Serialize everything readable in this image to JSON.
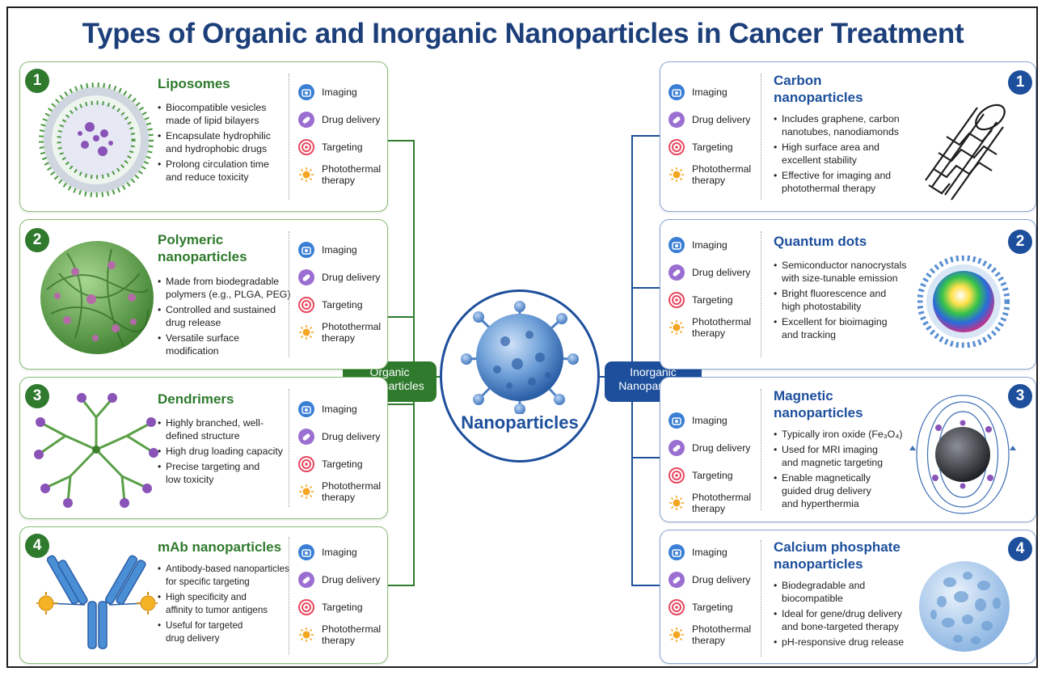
{
  "title": "Types of Organic and Inorganic Nanoparticles in Cancer Treatment",
  "center": {
    "label": "Nanoparticles"
  },
  "groups": {
    "organic": {
      "label_line1": "Organic",
      "label_line2": "Nanoparticles",
      "color": "#2f7a2d"
    },
    "inorganic": {
      "label_line1": "Inorganic",
      "label_line2": "Nanoparticles",
      "color": "#1d4f9c"
    }
  },
  "applications": [
    {
      "label_line1": "Imaging",
      "label_line2": "",
      "icon": "camera-icon",
      "color": "#3a7fd5"
    },
    {
      "label_line1": "Drug delivery",
      "label_line2": "",
      "icon": "pill-icon",
      "color": "#9b6fd1"
    },
    {
      "label_line1": "Targeting",
      "label_line2": "",
      "icon": "target-icon",
      "color": "#e8475f"
    },
    {
      "label_line1": "Photothermal",
      "label_line2": "therapy",
      "icon": "sun-icon",
      "color": "#f4a623"
    }
  ],
  "organic_cards": [
    {
      "number": "1",
      "title_line1": "Liposomes",
      "title_line2": "",
      "bullets": [
        {
          "l1": "Biocompatible vesicles",
          "l2": "made of lipid bilayers",
          "l3": ""
        },
        {
          "l1": "Encapsulate hydrophilic",
          "l2": "and hydrophobic drugs",
          "l3": ""
        },
        {
          "l1": "Prolong circulation time",
          "l2": "and reduce toxicity",
          "l3": ""
        }
      ]
    },
    {
      "number": "2",
      "title_line1": "Polymeric",
      "title_line2": "nanoparticles",
      "bullets": [
        {
          "l1": "Made from biodegradable",
          "l2": "polymers (e.g., PLGA, PEG)",
          "l3": ""
        },
        {
          "l1": "Controlled and sustained",
          "l2": "drug release",
          "l3": ""
        },
        {
          "l1": "Versatile surface",
          "l2": "modification",
          "l3": ""
        }
      ]
    },
    {
      "number": "3",
      "title_line1": "Dendrimers",
      "title_line2": "",
      "bullets": [
        {
          "l1": "Highly branched, well-",
          "l2": "defined structure",
          "l3": ""
        },
        {
          "l1": "High drug loading capacity",
          "l2": "",
          "l3": ""
        },
        {
          "l1": "Precise targeting and",
          "l2": "low toxicity",
          "l3": ""
        }
      ]
    },
    {
      "number": "4",
      "title_line1": "mAb nanoparticles",
      "title_line2": "",
      "bullets": [
        {
          "l1": "Antibody-based nanoparticles",
          "l2": "for specific targeting",
          "l3": ""
        },
        {
          "l1": "High specificity and",
          "l2": "affinity to tumor antigens",
          "l3": ""
        },
        {
          "l1": "Useful for targeted",
          "l2": "drug delivery",
          "l3": ""
        }
      ]
    }
  ],
  "inorganic_cards": [
    {
      "number": "1",
      "title_line1": "Carbon",
      "title_line2": "nanoparticles",
      "bullets": [
        {
          "l1": "Includes graphene, carbon",
          "l2": "nanotubes, nanodiamonds",
          "l3": ""
        },
        {
          "l1": "High surface area and",
          "l2": "excellent stability",
          "l3": ""
        },
        {
          "l1": "Effective for imaging and",
          "l2": "photothermal therapy",
          "l3": ""
        }
      ]
    },
    {
      "number": "2",
      "title_line1": "Quantum dots",
      "title_line2": "",
      "bullets": [
        {
          "l1": "Semiconductor nanocrystals",
          "l2": "with size-tunable emission",
          "l3": ""
        },
        {
          "l1": "Bright fluorescence and",
          "l2": "high photostability",
          "l3": ""
        },
        {
          "l1": "Excellent for bioimaging",
          "l2": "and tracking",
          "l3": ""
        }
      ]
    },
    {
      "number": "3",
      "title_line1": "Magnetic",
      "title_line2": "nanoparticles",
      "bullets": [
        {
          "l1": "Typically iron oxide (Fe₃O₄)",
          "l2": "",
          "l3": ""
        },
        {
          "l1": "Used for MRI imaging",
          "l2": "and magnetic targeting",
          "l3": ""
        },
        {
          "l1": "Enable magnetically",
          "l2": "guided drug delivery",
          "l3": "and hyperthermia"
        }
      ]
    },
    {
      "number": "4",
      "title_line1": "Calcium phosphate",
      "title_line2": "nanoparticles",
      "bullets": [
        {
          "l1": "Biodegradable and",
          "l2": "biocompatible",
          "l3": ""
        },
        {
          "l1": "Ideal for gene/drug delivery",
          "l2": "and bone-targeted therapy",
          "l3": ""
        },
        {
          "l1": "pH-responsive drug release",
          "l2": "",
          "l3": ""
        }
      ]
    }
  ]
}
